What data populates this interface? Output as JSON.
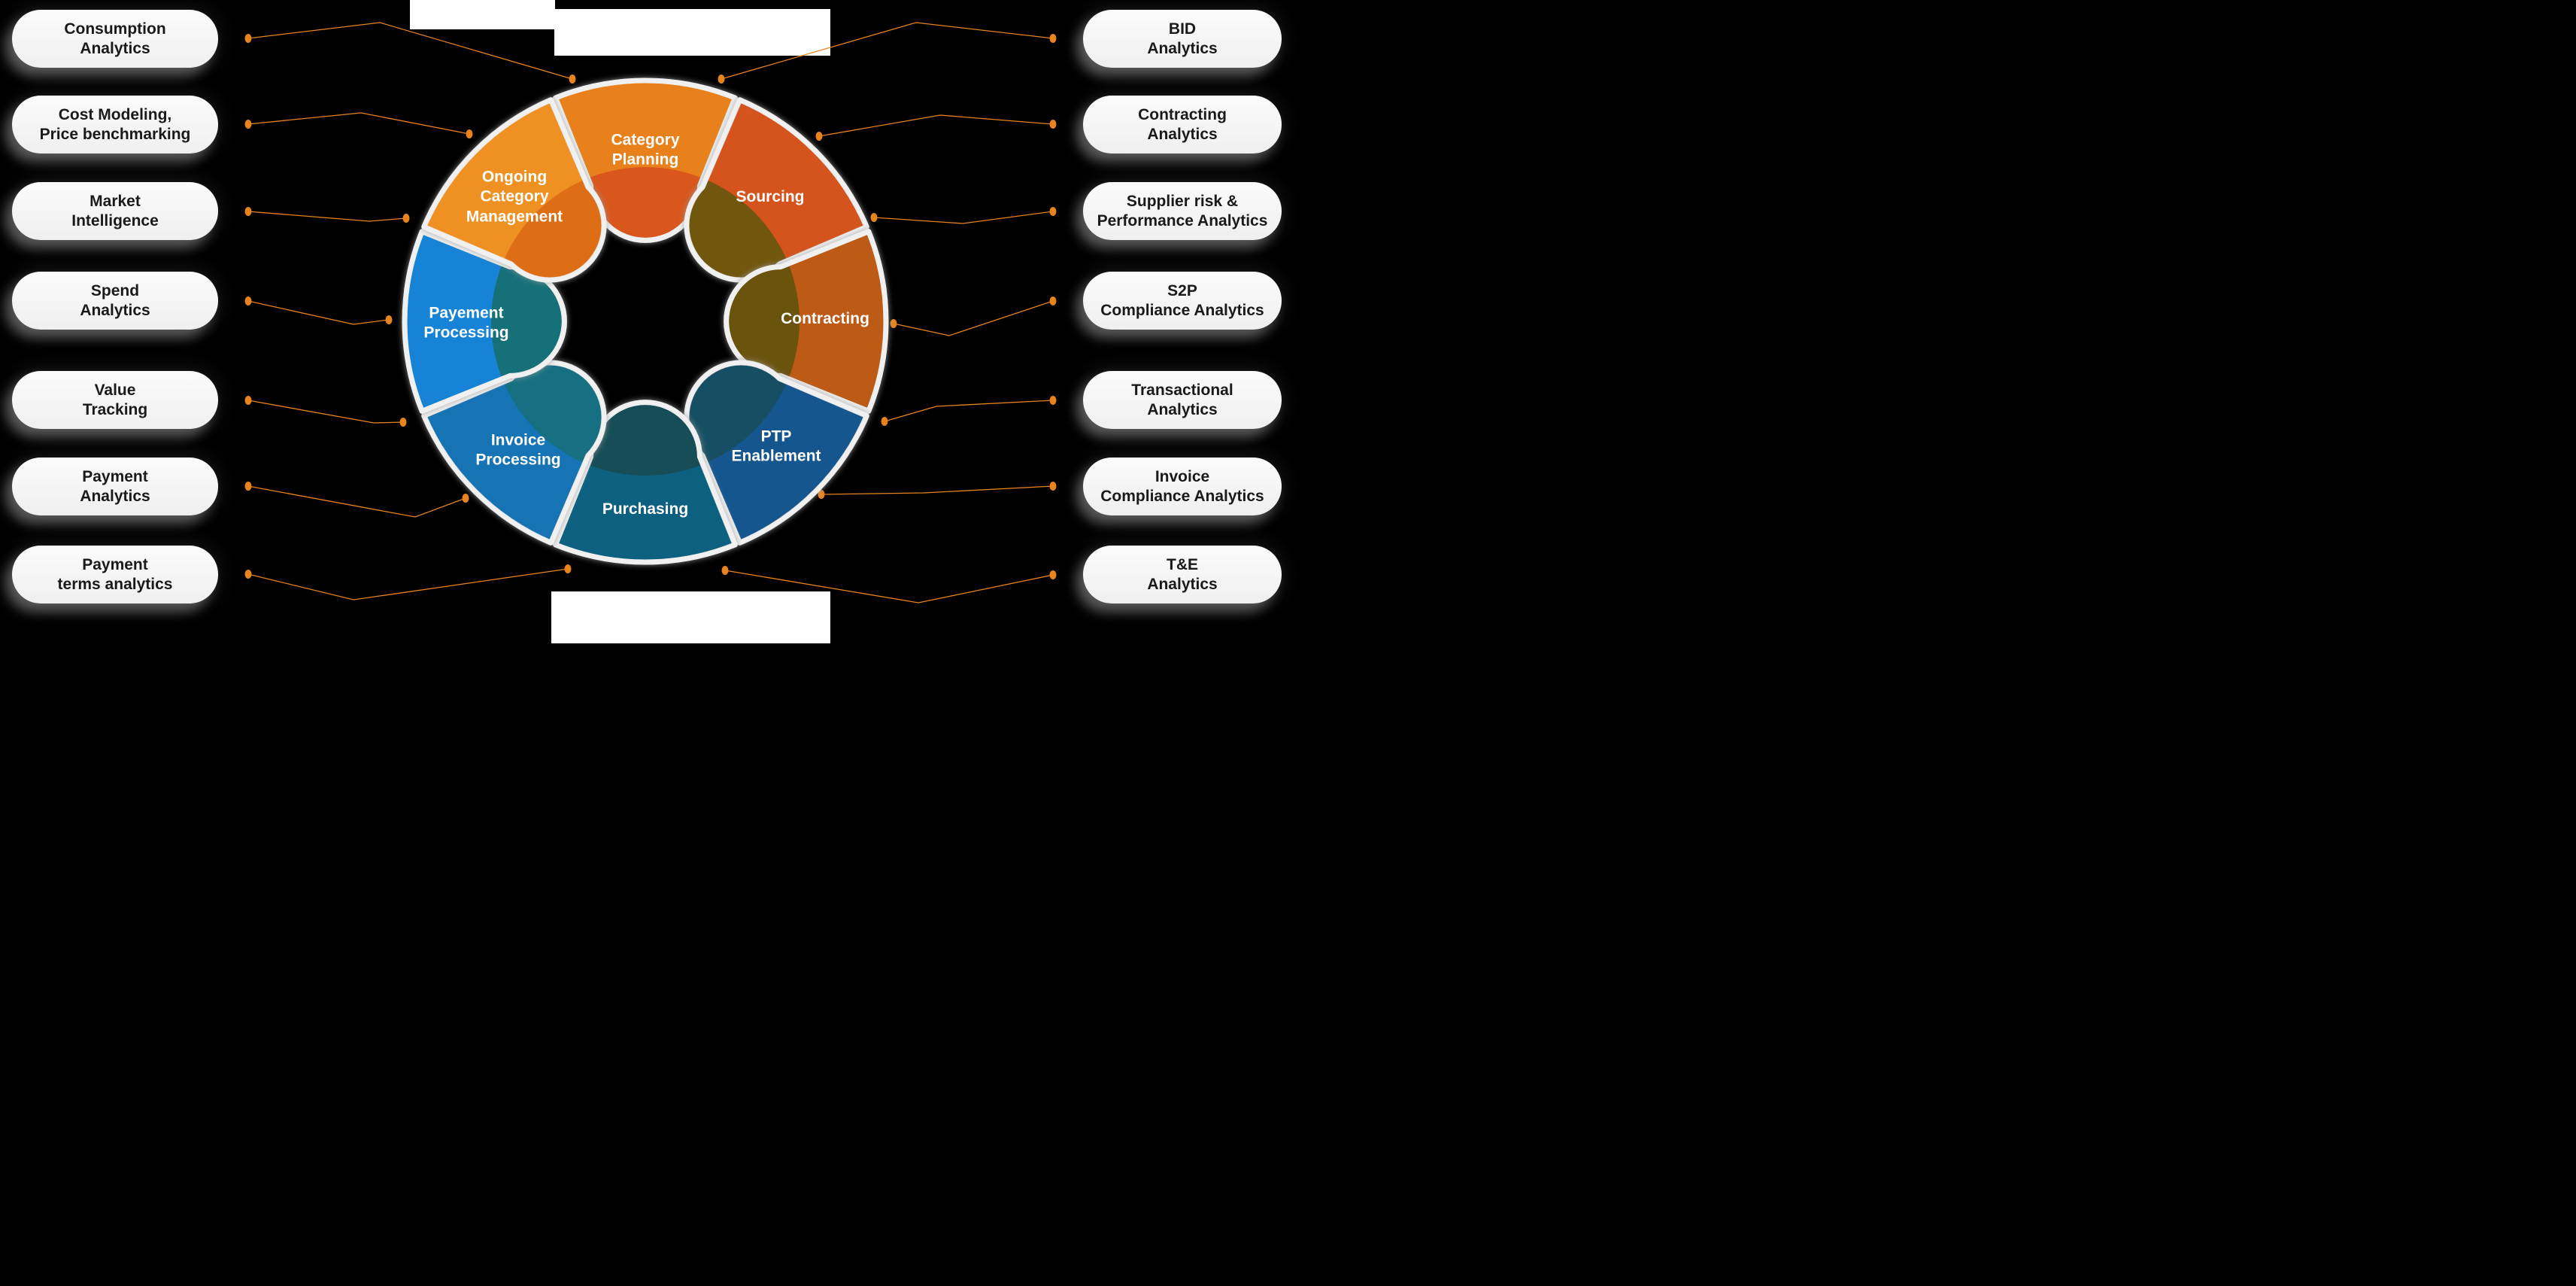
{
  "colors": {
    "background": "#000000",
    "connector_accent": "#E8831E",
    "pill_background": "#F6F6F6",
    "pill_text": "#1A1A1A",
    "wheel_label_text": "#FFFFFF",
    "wheel_separator": "#F0F0F0",
    "background_patch": "#FFFFFF"
  },
  "wheel": {
    "segments": [
      {
        "id": "category-planning",
        "line1": "Category",
        "line2": "Planning",
        "line3": "",
        "color": "#E8811E",
        "inner_color": "#D9571A"
      },
      {
        "id": "sourcing",
        "line1": "Sourcing",
        "line2": "",
        "line3": "",
        "color": "#D5531A",
        "inner_color": "#71560F"
      },
      {
        "id": "contracting",
        "line1": "Contracting",
        "line2": "",
        "line3": "",
        "color": "#BC5A15",
        "inner_color": "#6B520F"
      },
      {
        "id": "ptp-enablement",
        "line1": "PTP",
        "line2": "Enablement",
        "line3": "",
        "color": "#17568F",
        "inner_color": "#174F64"
      },
      {
        "id": "purchasing",
        "line1": "Purchasing",
        "line2": "",
        "line3": "",
        "color": "#11607F",
        "inner_color": "#144E57"
      },
      {
        "id": "invoice-processing",
        "line1": "Invoice",
        "line2": "Processing",
        "line3": "",
        "color": "#1273B4",
        "inner_color": "#127082"
      },
      {
        "id": "payement-processing",
        "line1": "Payement",
        "line2": "Processing",
        "line3": "",
        "color": "#1583D6",
        "inner_color": "#137078"
      },
      {
        "id": "ongoing-category-management",
        "line1": "Ongoing",
        "line2": "Category",
        "line3": "Management",
        "color": "#EE9122",
        "inner_color": "#DD6E16"
      }
    ]
  },
  "left_items": [
    {
      "line1": "Consumption",
      "line2": "Analytics"
    },
    {
      "line1": "Cost Modeling,",
      "line2": "Price benchmarking"
    },
    {
      "line1": "Market",
      "line2": "Intelligence"
    },
    {
      "line1": "Spend",
      "line2": "Analytics"
    },
    {
      "line1": "Value",
      "line2": "Tracking"
    },
    {
      "line1": "Payment",
      "line2": "Analytics"
    },
    {
      "line1": "Payment",
      "line2": "terms analytics"
    }
  ],
  "right_items": [
    {
      "line1": "BID",
      "line2": "Analytics"
    },
    {
      "line1": "Contracting",
      "line2": "Analytics"
    },
    {
      "line1": "Supplier risk &",
      "line2": "Performance Analytics"
    },
    {
      "line1": "S2P",
      "line2": "Compliance Analytics"
    },
    {
      "line1": "Transactional",
      "line2": "Analytics"
    },
    {
      "line1": "Invoice",
      "line2": "Compliance Analytics"
    },
    {
      "line1": "T&E",
      "line2": "Analytics"
    }
  ]
}
